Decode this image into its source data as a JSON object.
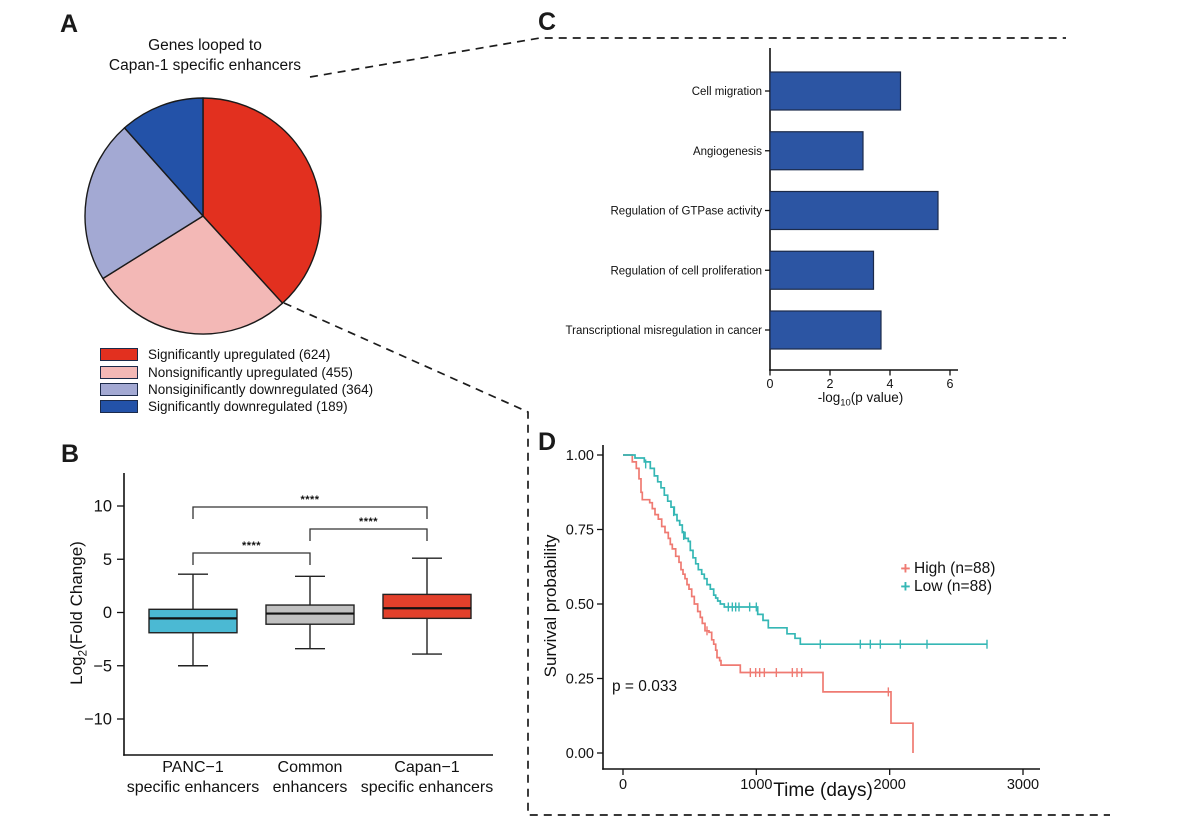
{
  "panels": {
    "a": {
      "label": "A"
    },
    "b": {
      "label": "B"
    },
    "c": {
      "label": "C"
    },
    "d": {
      "label": "D"
    }
  },
  "chart_data": [
    {
      "id": "pie",
      "type": "pie",
      "title_line1": "Genes looped to",
      "title_line2": "Capan-1 specific enhancers",
      "legend_position": "bottom-left",
      "slices": [
        {
          "label": "Significantly upregulated (624)",
          "value": 624,
          "color": "#E2301F"
        },
        {
          "label": "Nonsignificantly upregulated (455)",
          "value": 455,
          "color": "#F3B8B6"
        },
        {
          "label": "Nonsiginificantly downregulated (364)",
          "value": 364,
          "color": "#A3A9D3"
        },
        {
          "label": "Significantly downregulated (189)",
          "value": 189,
          "color": "#2352A8"
        }
      ],
      "start": "top",
      "direction": "clockwise"
    },
    {
      "id": "boxplot",
      "type": "box",
      "ylabel_prefix": "Log",
      "ylabel_sub": "2",
      "ylabel_suffix": "(Fold Change)",
      "yticks": [
        -10,
        -5,
        0,
        5,
        10
      ],
      "ytick_labels": [
        "−10",
        "−5",
        "0",
        "5",
        "10"
      ],
      "ylim": [
        -13.5,
        13.5
      ],
      "grid": false,
      "groups": [
        {
          "label_line1": "PANC−1",
          "label_line2": "specific enhancers",
          "color": "#4BB9D3",
          "whisker_low": -5.0,
          "q1": -1.9,
          "median": -0.55,
          "q3": 0.3,
          "whisker_high": 3.6
        },
        {
          "label_line1": "Common",
          "label_line2": "enhancers",
          "color": "#C0C0C0",
          "whisker_low": -3.4,
          "q1": -1.1,
          "median": -0.1,
          "q3": 0.7,
          "whisker_high": 3.4
        },
        {
          "label_line1": "Capan−1",
          "label_line2": "specific enhancers",
          "color": "#E2402B",
          "whisker_low": -3.9,
          "q1": -0.55,
          "median": 0.4,
          "q3": 1.7,
          "whisker_high": 5.1
        }
      ],
      "comparisons": [
        {
          "group_a": 0,
          "group_b": 1,
          "stars": "****"
        },
        {
          "group_a": 1,
          "group_b": 2,
          "stars": "****"
        },
        {
          "group_a": 0,
          "group_b": 2,
          "stars": "****"
        }
      ]
    },
    {
      "id": "go_bar",
      "type": "bar",
      "orientation": "horizontal",
      "categories": [
        "Cell migration",
        "Angiogenesis",
        "Regulation of GTPase activity",
        "Regulation of cell proliferation",
        "Transcriptional misregulation in cancer"
      ],
      "values": [
        4.35,
        3.1,
        5.6,
        3.45,
        3.7
      ],
      "bar_color": "#2C55A3",
      "xticks": [
        0,
        2,
        4,
        6
      ],
      "xtick_labels": [
        "0",
        "2",
        "4",
        "6"
      ],
      "xlim": [
        0,
        6.2
      ],
      "xlabel_prefix": "-log",
      "xlabel_sub": "10",
      "xlabel_suffix": "(p value)",
      "grid": false
    },
    {
      "id": "survival",
      "type": "line",
      "subtype": "kaplan-meier-step",
      "xlabel": "Time (days)",
      "ylabel": "Survival probability",
      "xticks": [
        0,
        1000,
        2000,
        3000
      ],
      "xtick_labels": [
        "0",
        "1000",
        "2000",
        "3000"
      ],
      "yticks": [
        0,
        0.25,
        0.5,
        0.75,
        1
      ],
      "ytick_labels": [
        "0.00",
        "0.25",
        "0.50",
        "0.75",
        "1.00"
      ],
      "xlim": [
        0,
        3100
      ],
      "ylim": [
        0,
        1
      ],
      "p_value_text": "p = 0.033",
      "legend_position": "right",
      "series": [
        {
          "name": "High (n=88)",
          "color": "#EF7A72",
          "steps": [
            [
              0,
              1.0
            ],
            [
              70,
              0.977
            ],
            [
              100,
              0.955
            ],
            [
              120,
              0.92
            ],
            [
              135,
              0.875
            ],
            [
              145,
              0.85
            ],
            [
              200,
              0.84
            ],
            [
              220,
              0.82
            ],
            [
              240,
              0.8
            ],
            [
              265,
              0.785
            ],
            [
              290,
              0.76
            ],
            [
              315,
              0.74
            ],
            [
              340,
              0.72
            ],
            [
              355,
              0.7
            ],
            [
              370,
              0.685
            ],
            [
              395,
              0.66
            ],
            [
              420,
              0.64
            ],
            [
              435,
              0.615
            ],
            [
              450,
              0.6
            ],
            [
              465,
              0.585
            ],
            [
              480,
              0.565
            ],
            [
              495,
              0.55
            ],
            [
              515,
              0.525
            ],
            [
              535,
              0.5
            ],
            [
              560,
              0.475
            ],
            [
              580,
              0.455
            ],
            [
              595,
              0.435
            ],
            [
              615,
              0.41
            ],
            [
              645,
              0.405
            ],
            [
              665,
              0.38
            ],
            [
              680,
              0.365
            ],
            [
              695,
              0.345
            ],
            [
              705,
              0.32
            ],
            [
              725,
              0.31
            ],
            [
              735,
              0.295
            ],
            [
              880,
              0.27
            ],
            [
              1500,
              0.205
            ],
            [
              2010,
              0.1
            ],
            [
              2175,
              0.0
            ]
          ],
          "censors": [
            [
              630,
              0.41
            ],
            [
              955,
              0.27
            ],
            [
              995,
              0.27
            ],
            [
              1025,
              0.27
            ],
            [
              1060,
              0.27
            ],
            [
              1150,
              0.27
            ],
            [
              1270,
              0.27
            ],
            [
              1305,
              0.27
            ],
            [
              1340,
              0.27
            ],
            [
              1990,
              0.205
            ]
          ]
        },
        {
          "name": "Low (n=88)",
          "color": "#35B7B5",
          "steps": [
            [
              0,
              1.0
            ],
            [
              90,
              0.99
            ],
            [
              160,
              0.977
            ],
            [
              205,
              0.955
            ],
            [
              235,
              0.93
            ],
            [
              260,
              0.91
            ],
            [
              285,
              0.89
            ],
            [
              310,
              0.865
            ],
            [
              335,
              0.845
            ],
            [
              360,
              0.825
            ],
            [
              385,
              0.8
            ],
            [
              405,
              0.78
            ],
            [
              425,
              0.765
            ],
            [
              445,
              0.74
            ],
            [
              465,
              0.72
            ],
            [
              490,
              0.71
            ],
            [
              505,
              0.68
            ],
            [
              525,
              0.655
            ],
            [
              545,
              0.635
            ],
            [
              565,
              0.615
            ],
            [
              590,
              0.6
            ],
            [
              610,
              0.585
            ],
            [
              630,
              0.565
            ],
            [
              655,
              0.55
            ],
            [
              680,
              0.53
            ],
            [
              695,
              0.52
            ],
            [
              710,
              0.51
            ],
            [
              730,
              0.5
            ],
            [
              760,
              0.49
            ],
            [
              1010,
              0.465
            ],
            [
              1050,
              0.445
            ],
            [
              1090,
              0.42
            ],
            [
              1230,
              0.4
            ],
            [
              1290,
              0.385
            ],
            [
              1330,
              0.365
            ],
            [
              2730,
              0.365
            ]
          ],
          "censors": [
            [
              170,
              0.97
            ],
            [
              380,
              0.81
            ],
            [
              455,
              0.73
            ],
            [
              790,
              0.49
            ],
            [
              820,
              0.49
            ],
            [
              845,
              0.49
            ],
            [
              870,
              0.49
            ],
            [
              950,
              0.49
            ],
            [
              1000,
              0.49
            ],
            [
              1480,
              0.365
            ],
            [
              1780,
              0.365
            ],
            [
              1855,
              0.365
            ],
            [
              1930,
              0.365
            ],
            [
              2080,
              0.365
            ],
            [
              2280,
              0.365
            ],
            [
              2730,
              0.365
            ]
          ]
        }
      ]
    }
  ]
}
